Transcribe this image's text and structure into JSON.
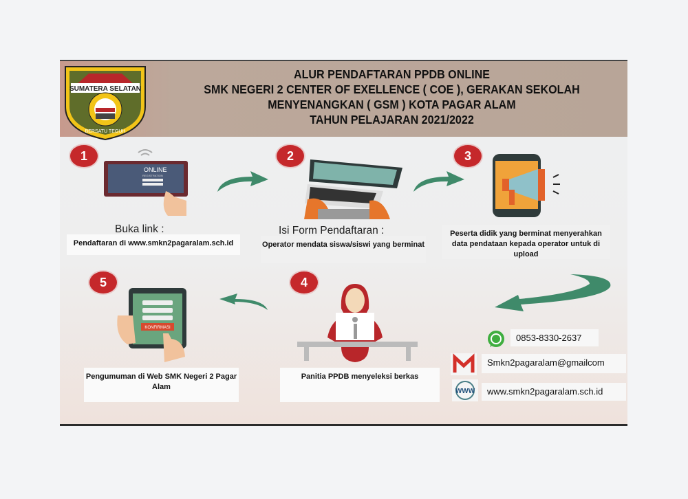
{
  "header": {
    "title_lines": [
      "ALUR PENDAFTARAN PPDB ONLINE",
      "SMK NEGERI 2 CENTER OF EXELLENCE ( COE ), GERAKAN SEKOLAH",
      "MENYENANGKAN ( GSM ) KOTA PAGAR ALAM",
      "TAHUN PELAJARAN 2021/2022"
    ],
    "logo": {
      "top_text": "SUMATERA SELATAN",
      "bottom_text": "BERSATU TEGUH"
    }
  },
  "steps": [
    {
      "number": "1",
      "heading": "Buka link :",
      "text": "Pendaftaran di www.smkn2pagaralam.sch.id",
      "icon": "tablet-registration-icon",
      "screen_title": "ONLINE",
      "screen_sub": "REGISTRATION"
    },
    {
      "number": "2",
      "heading": "Isi Form Pendaftaran :",
      "text": "Operator mendata siswa/siswi yang berminat",
      "icon": "laptop-typing-icon"
    },
    {
      "number": "3",
      "heading": "",
      "text": "Peserta didik yang berminat menyerahkan data pendataan kepada operator untuk di upload",
      "icon": "phone-megaphone-icon"
    },
    {
      "number": "4",
      "text": "Panitia PPDB menyeleksi berkas",
      "icon": "woman-desk-icon"
    },
    {
      "number": "5",
      "text": "Pengumuman di Web SMK Negeri 2 Pagar Alam",
      "icon": "tablet-confirm-icon",
      "button_text": "KONFIRMASI"
    }
  ],
  "contacts": {
    "phone": "0853-8330-2637",
    "email": "Smkn2pagaralam@gmailcom",
    "website": "www.smkn2pagaralam.sch.id"
  },
  "colors": {
    "badge": "#c5282b",
    "arrow": "#3f8a6a",
    "header": "#b8a598"
  }
}
